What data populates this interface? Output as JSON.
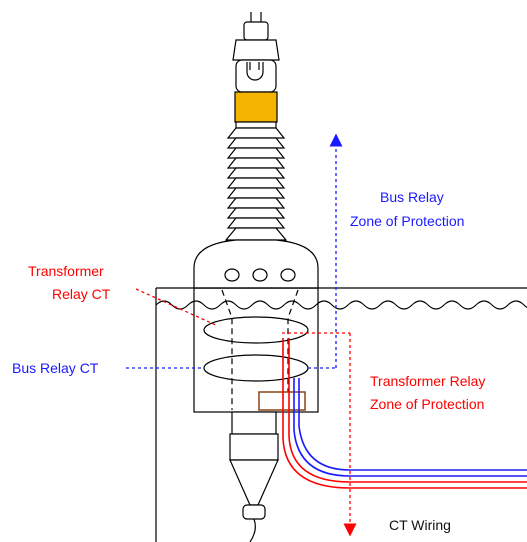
{
  "labels": {
    "bus_zone_line1": "Bus Relay",
    "bus_zone_line2": "Zone of Protection",
    "transformer_ct_line1": "Transformer",
    "transformer_ct_line2": "Relay CT",
    "bus_ct": "Bus Relay CT",
    "transformer_zone_line1": "Transformer Relay",
    "transformer_zone_line2": "Zone of Protection",
    "ct_wiring": "CT Wiring"
  },
  "colors": {
    "bus": "#1a1aff",
    "transformer": "#ff0000",
    "outline": "#000000",
    "accent_band": "#f5b400",
    "terminal_box": "#8b4513"
  }
}
